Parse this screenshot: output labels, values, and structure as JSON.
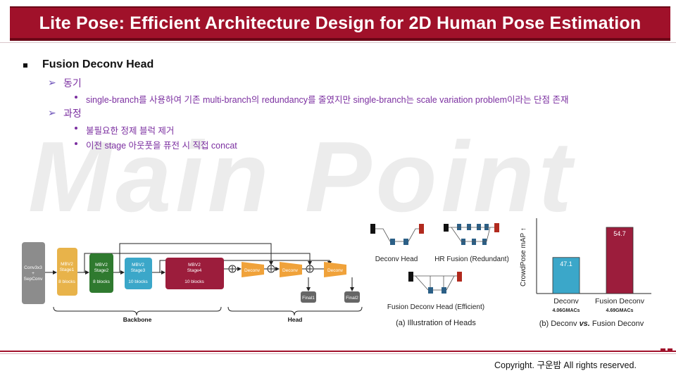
{
  "title": "Lite Pose: Efficient Architecture Design for 2D Human Pose Estimation",
  "watermark": "Main Point",
  "section": {
    "heading": "Fusion Deconv Head",
    "subsections": [
      {
        "label": "동기",
        "items": [
          "single-branch를 사용하여 기존 multi-branch의 redundancy를 줄였지만 single-branch는 scale variation problem이라는 단점 존재"
        ]
      },
      {
        "label": "과정",
        "items": [
          "불필요한 정제 블럭 제거",
          "이전 stage 아웃풋을 퓨전 시 직접 concat"
        ]
      }
    ]
  },
  "figure": {
    "blocks": [
      {
        "name": "conv",
        "lines": [
          "Conv3x3",
          "+",
          "SepConv"
        ],
        "color": "#8c8c8c"
      },
      {
        "name": "stage1",
        "lines": [
          "MBV2",
          "Stage1",
          "",
          "8 blocks"
        ],
        "color": "#e8b34a"
      },
      {
        "name": "stage2",
        "lines": [
          "MBV2",
          "Stage2",
          "",
          "8 blocks"
        ],
        "color": "#2f7a2f"
      },
      {
        "name": "stage3",
        "lines": [
          "MBV2",
          "Stage3",
          "",
          "10 blocks"
        ],
        "color": "#3ba7c9"
      },
      {
        "name": "stage4",
        "lines": [
          "MBV2",
          "Stage4",
          "",
          "10 blocks"
        ],
        "color": "#9c1d3c"
      }
    ],
    "deconv_label": "Deconv",
    "final1": "Final1",
    "final2": "Final2",
    "backbone_label": "Backbone",
    "head_label": "Head",
    "heads": {
      "deconv_head": "Deconv Head",
      "hr_fusion": "HR Fusion (Redundant)",
      "fusion_deconv": "Fusion Deconv Head (Efficient)",
      "caption": "(a) Illustration of Heads"
    },
    "colors": {
      "dark": "#111111",
      "blue": "#2b5f86",
      "red": "#b12a1e",
      "orange": "#f0a23a"
    }
  },
  "chart_data": {
    "type": "bar",
    "categories": [
      "Deconv",
      "Fusion Deconv"
    ],
    "sublabels": [
      "4.06GMACs",
      "4.69GMACs"
    ],
    "values": [
      47.1,
      54.7
    ],
    "colors": [
      "#3ba7c9",
      "#9c1d3c"
    ],
    "ylabel": "CrowdPose mAP ↑",
    "ylim": [
      38,
      57
    ],
    "title": "(b) Deconv vs. Fusion Deconv",
    "title_parts": [
      "(b) Deconv ",
      "vs.",
      " Fusion Deconv"
    ]
  },
  "footer": {
    "copyright": "Copyright. 구운밤 All rights reserved."
  }
}
